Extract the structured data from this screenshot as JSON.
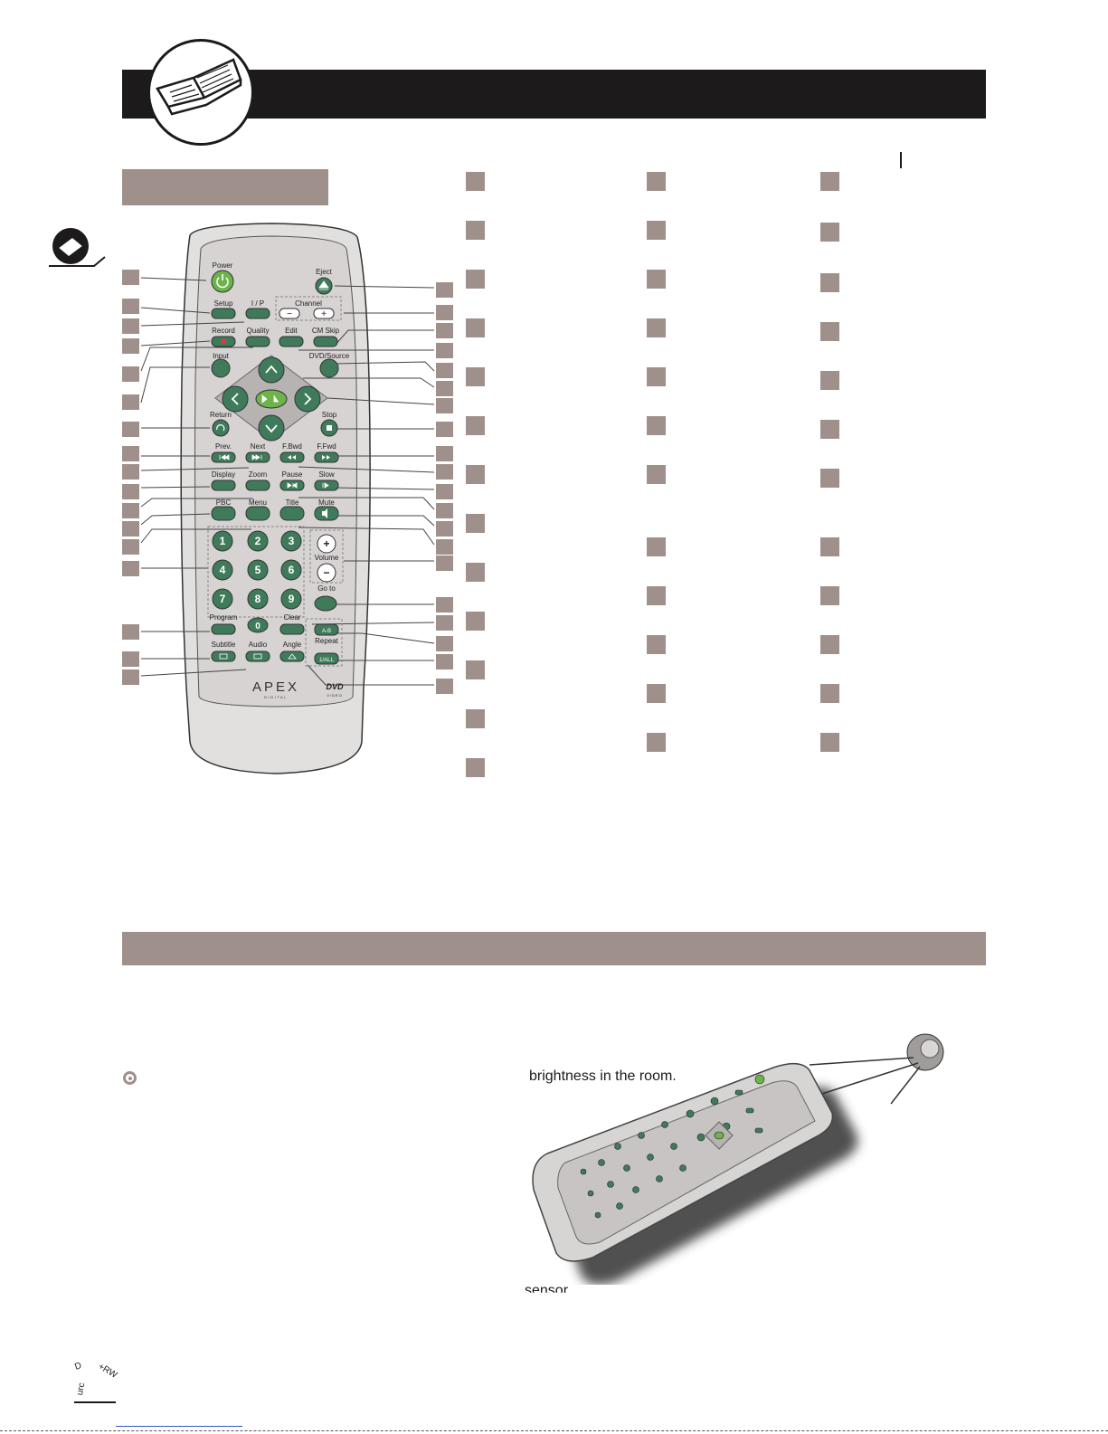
{
  "remote": {
    "brand_logo": "APEX",
    "brand_sub": "DIGITAL",
    "dvd_logo": "DVD",
    "dvd_sub": "VIDEO",
    "buttons": {
      "power": "Power",
      "eject": "Eject",
      "setup": "Setup",
      "ip": "I / P",
      "channel": "Channel",
      "record": "Record",
      "quality": "Quality",
      "edit": "Edit",
      "cm_skip": "CM Skip",
      "input": "Input",
      "dvd_source": "DVD/Source",
      "return": "Return",
      "stop": "Stop",
      "prev": "Prev.",
      "next": "Next",
      "fbwd": "F.Bwd",
      "ffwd": "F.Fwd",
      "display": "Display",
      "zoom": "Zoom",
      "pause": "Pause",
      "slow": "Slow",
      "pbc": "PBC",
      "menu": "Menu",
      "title": "Title",
      "mute": "Mute",
      "volume": "Volume",
      "goto": "Go to",
      "program": "Program",
      "clear": "Clear",
      "ab": "A-B",
      "repeat": "Repeat",
      "one_all": "1/ALL",
      "subtitle": "Subtitle",
      "audio": "Audio",
      "angle": "Angle",
      "num1": "1",
      "num2": "2",
      "num3": "3",
      "num4": "4",
      "num5": "5",
      "num6": "6",
      "num7": "7",
      "num8": "8",
      "num9": "9",
      "num0": "0",
      "plus": "+",
      "minus": "−"
    }
  },
  "sensor_section": {
    "brightness_text": "brightness in the room.",
    "sensor_text": "sensor"
  },
  "corner_logo_text": "+RW",
  "corner_logo_text2": "D",
  "corner_logo_text3": "urc"
}
